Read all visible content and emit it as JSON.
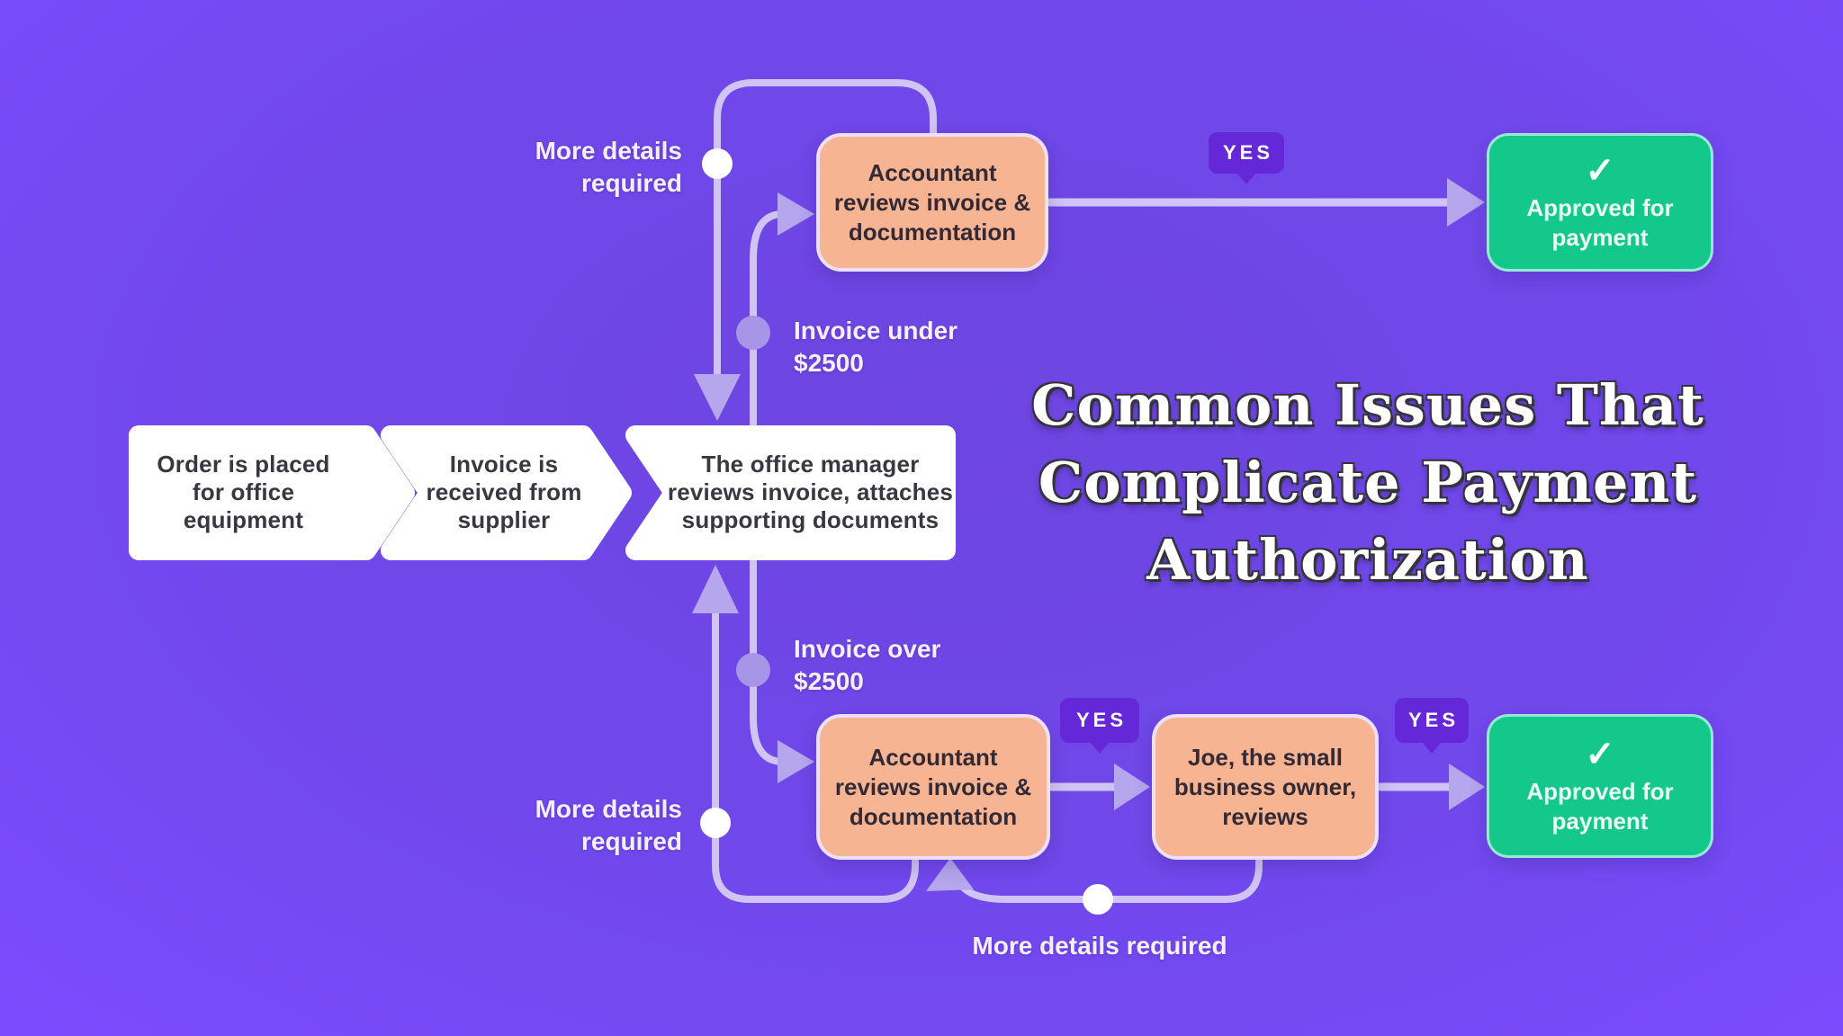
{
  "title": {
    "line1": "Common Issues That",
    "line2": "Complicate Payment",
    "line3": "Authorization"
  },
  "stages": {
    "order": {
      "line1": "Order is placed",
      "line2": "for office",
      "line3": "equipment"
    },
    "invoice": {
      "line1": "Invoice is",
      "line2": "received from",
      "line3": "supplier"
    },
    "manager": {
      "line1": "The office manager",
      "line2": "reviews invoice, attaches",
      "line3": "supporting documents"
    }
  },
  "labels": {
    "more_details_top": {
      "line1": "More details",
      "line2": "required"
    },
    "invoice_under": {
      "line1": "Invoice under",
      "line2": "$2500"
    },
    "invoice_over": {
      "line1": "Invoice over",
      "line2": "$2500"
    },
    "more_details_bottom": {
      "line1": "More details",
      "line2": "required"
    },
    "more_details_feedback": "More details required"
  },
  "nodes": {
    "accountant_top": {
      "line1": "Accountant",
      "line2": "reviews invoice &",
      "line3": "documentation"
    },
    "accountant_bottom": {
      "line1": "Accountant",
      "line2": "reviews invoice &",
      "line3": "documentation"
    },
    "owner": {
      "line1": "Joe, the small",
      "line2": "business owner,",
      "line3": "reviews"
    },
    "approved_top": {
      "check": "✓",
      "line1": "Approved for",
      "line2": "payment"
    },
    "approved_bottom": {
      "check": "✓",
      "line1": "Approved for",
      "line2": "payment"
    }
  },
  "badges": {
    "yes_top": "YES",
    "yes_mid": "YES",
    "yes_right": "YES"
  },
  "colors": {
    "background": "#7148ec",
    "node_white": "#ffffff",
    "node_peach": "#f7b493",
    "node_green": "#14c88b",
    "connector": "#cfc4f3",
    "arrowhead": "#b5a6ee",
    "yes_badge": "#6528d8",
    "dot_white": "#ffffff",
    "dot_lavender": "#a795e8",
    "text_dark": "#332a36",
    "text_light": "#ffffff"
  }
}
